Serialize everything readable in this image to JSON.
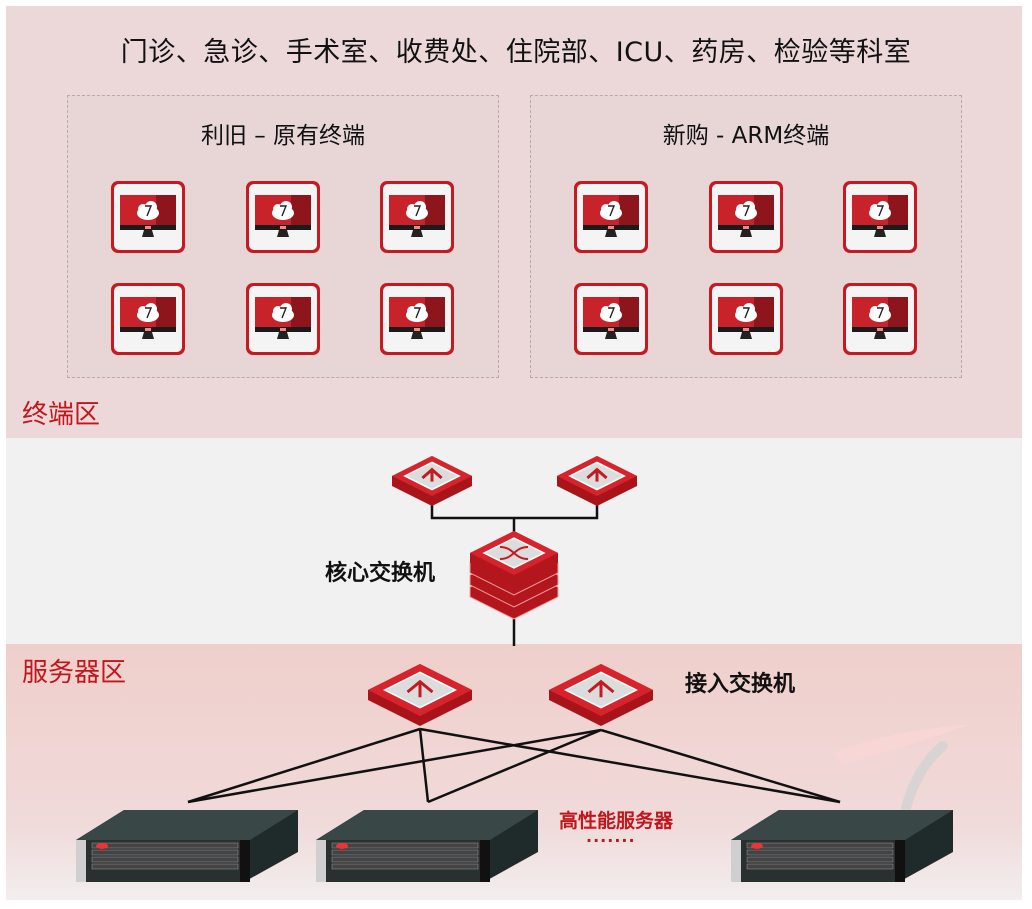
{
  "header": {
    "title": "门诊、急诊、手术室、收费处、住院部、ICU、药房、检验等科室"
  },
  "zones": {
    "terminal": {
      "label": "终端区"
    },
    "server": {
      "label": "服务器区"
    }
  },
  "terminal_groups": [
    {
      "title": "利旧 – 原有终端",
      "terminal_count": 6
    },
    {
      "title": "新购 - ARM终端",
      "terminal_count": 6
    }
  ],
  "network": {
    "core_switch_label": "核心交换机",
    "access_switch_label": "接入交换机",
    "server_caption": "高性能服务器",
    "ellipsis": "·······"
  },
  "colors": {
    "accent_red": "#c0161c",
    "terminal_zone_bg": "#ecd8d9",
    "core_zone_bg": "#f1f1f1",
    "server_zone_bg": "#efcfcb"
  }
}
